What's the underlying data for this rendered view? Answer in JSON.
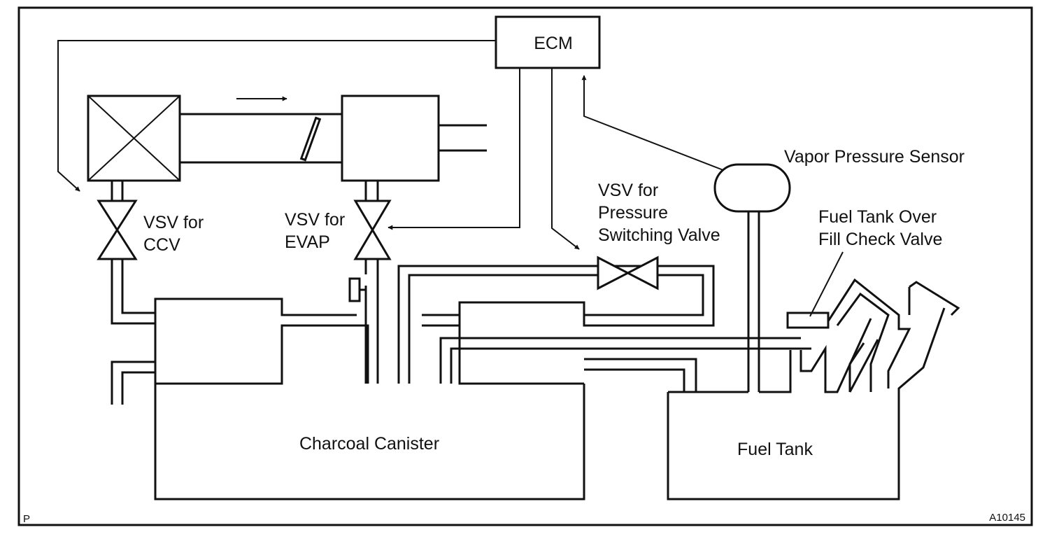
{
  "labels": {
    "ecm": "ECM",
    "vapor_pressure_sensor": "Vapor Pressure Sensor",
    "vsv_pressure": [
      "VSV for",
      "Pressure",
      "Switching Valve"
    ],
    "vsv_ccv": [
      "VSV for",
      "CCV"
    ],
    "vsv_evap": [
      "VSV for",
      "EVAP"
    ],
    "fuel_tank_over_fill": [
      "Fuel Tank Over",
      "Fill Check Valve"
    ],
    "charcoal_canister": "Charcoal Canister",
    "fuel_tank": "Fuel Tank",
    "corner_mark": "P",
    "figure_code": "A10145"
  }
}
